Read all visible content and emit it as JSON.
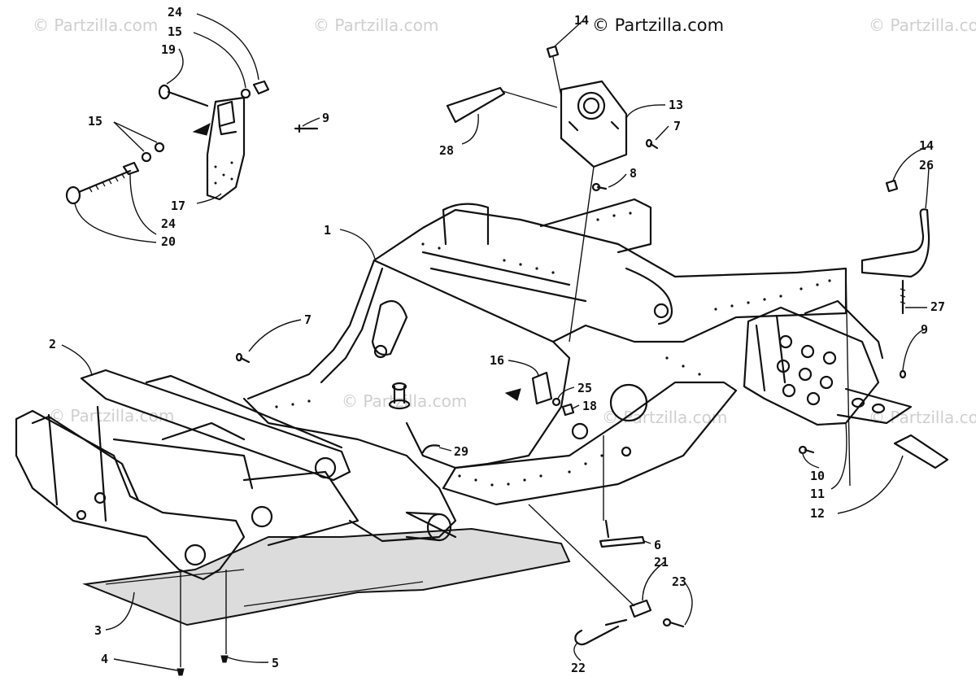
{
  "watermarks": {
    "main": "© Partzilla.com",
    "faint": "© Partzilla.com"
  },
  "callouts": {
    "c1": "1",
    "c2": "2",
    "c3": "3",
    "c4": "4",
    "c5": "5",
    "c6": "6",
    "c7a": "7",
    "c7b": "7",
    "c8": "8",
    "c9a": "9",
    "c9b": "9",
    "c10": "10",
    "c11": "11",
    "c12": "12",
    "c13": "13",
    "c14a": "14",
    "c14b": "14",
    "c15a": "15",
    "c15b": "15",
    "c16": "16",
    "c17": "17",
    "c18": "18",
    "c19": "19",
    "c20": "20",
    "c21": "21",
    "c22": "22",
    "c23": "23",
    "c24a": "24",
    "c24b": "24",
    "c25": "25",
    "c26": "26",
    "c27": "27",
    "c28": "28",
    "c29": "29"
  }
}
